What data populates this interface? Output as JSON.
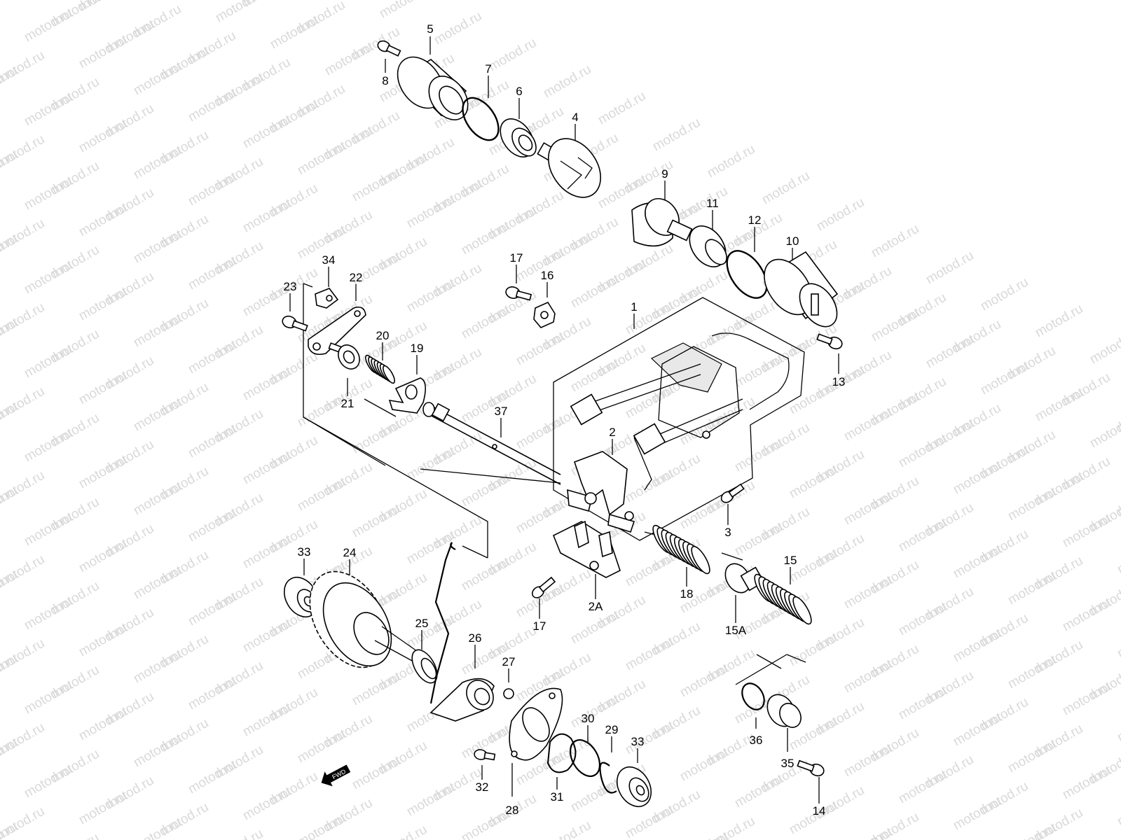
{
  "watermark": {
    "text": "motod.ru",
    "color": "#d9d9d9"
  },
  "fwd_arrow": {
    "label": "FWD"
  },
  "callouts": [
    {
      "id": "c5",
      "label": "5"
    },
    {
      "id": "c8",
      "label": "8"
    },
    {
      "id": "c7",
      "label": "7"
    },
    {
      "id": "c6",
      "label": "6"
    },
    {
      "id": "c4",
      "label": "4"
    },
    {
      "id": "c9",
      "label": "9"
    },
    {
      "id": "c11",
      "label": "11"
    },
    {
      "id": "c12",
      "label": "12"
    },
    {
      "id": "c10",
      "label": "10"
    },
    {
      "id": "c34",
      "label": "34"
    },
    {
      "id": "c22",
      "label": "22"
    },
    {
      "id": "c23",
      "label": "23"
    },
    {
      "id": "c17a",
      "label": "17"
    },
    {
      "id": "c16",
      "label": "16"
    },
    {
      "id": "c1",
      "label": "1"
    },
    {
      "id": "c20",
      "label": "20"
    },
    {
      "id": "c19",
      "label": "19"
    },
    {
      "id": "c21",
      "label": "21"
    },
    {
      "id": "c13",
      "label": "13"
    },
    {
      "id": "c37",
      "label": "37"
    },
    {
      "id": "c2",
      "label": "2"
    },
    {
      "id": "c3",
      "label": "3"
    },
    {
      "id": "c33a",
      "label": "33"
    },
    {
      "id": "c24",
      "label": "24"
    },
    {
      "id": "c18",
      "label": "18"
    },
    {
      "id": "c15",
      "label": "15"
    },
    {
      "id": "c2a",
      "label": "2A"
    },
    {
      "id": "c17b",
      "label": "17"
    },
    {
      "id": "c15a",
      "label": "15A"
    },
    {
      "id": "c25",
      "label": "25"
    },
    {
      "id": "c26",
      "label": "26"
    },
    {
      "id": "c27",
      "label": "27"
    },
    {
      "id": "c30",
      "label": "30"
    },
    {
      "id": "c29",
      "label": "29"
    },
    {
      "id": "c33b",
      "label": "33"
    },
    {
      "id": "c36",
      "label": "36"
    },
    {
      "id": "c35",
      "label": "35"
    },
    {
      "id": "c32",
      "label": "32"
    },
    {
      "id": "c28",
      "label": "28"
    },
    {
      "id": "c31",
      "label": "31"
    },
    {
      "id": "c14",
      "label": "14"
    }
  ]
}
